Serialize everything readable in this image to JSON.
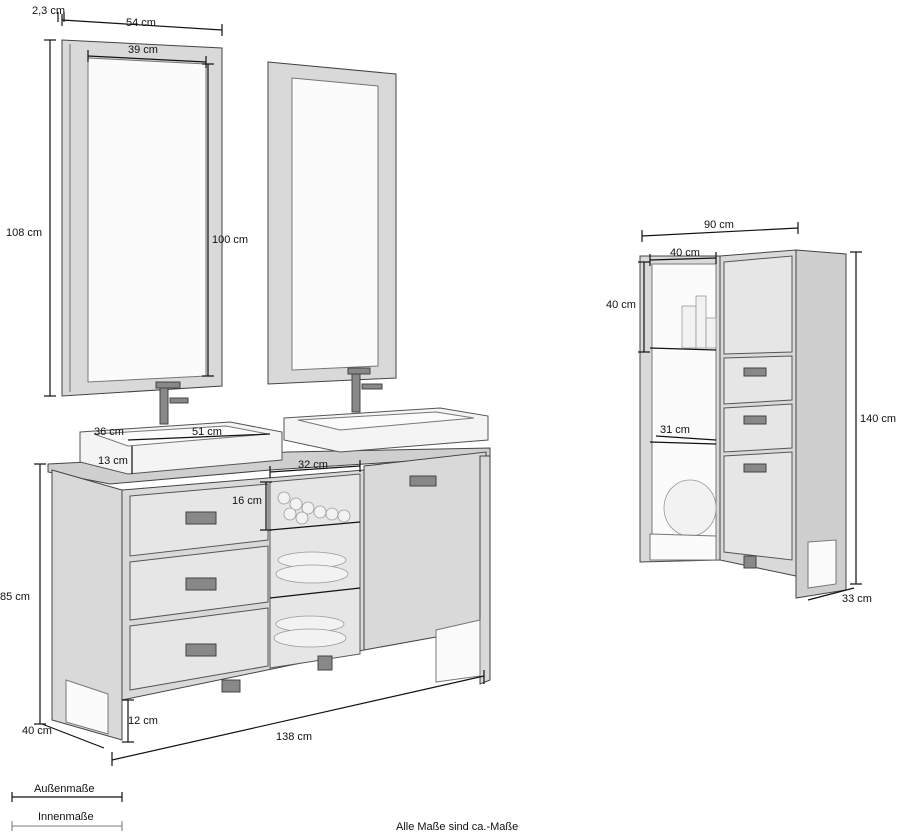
{
  "dimensions": {
    "frame_depth": "2,3 cm",
    "mirror_width_outer": "54 cm",
    "mirror_width_inner": "39 cm",
    "mirror_height_outer": "108 cm",
    "mirror_height_inner": "100 cm",
    "basin_depth": "36 cm",
    "basin_width": "51 cm",
    "basin_height": "13 cm",
    "shelf_width": "32 cm",
    "shelf_height": "16 cm",
    "vanity_height": "85 cm",
    "vanity_depth": "40 cm",
    "leg_height": "12 cm",
    "vanity_width": "138 cm",
    "cabinet_width": "90 cm",
    "cabinet_shelf_width": "40 cm",
    "cabinet_shelf_height": "40 cm",
    "cabinet_inner_depth": "31 cm",
    "cabinet_height": "140 cm",
    "cabinet_depth": "33 cm"
  },
  "legend": {
    "outer_label": "Außenmaße",
    "inner_label": "Innenmaße"
  },
  "footer": {
    "note": "Alle Maße sind ca.-Maße"
  }
}
